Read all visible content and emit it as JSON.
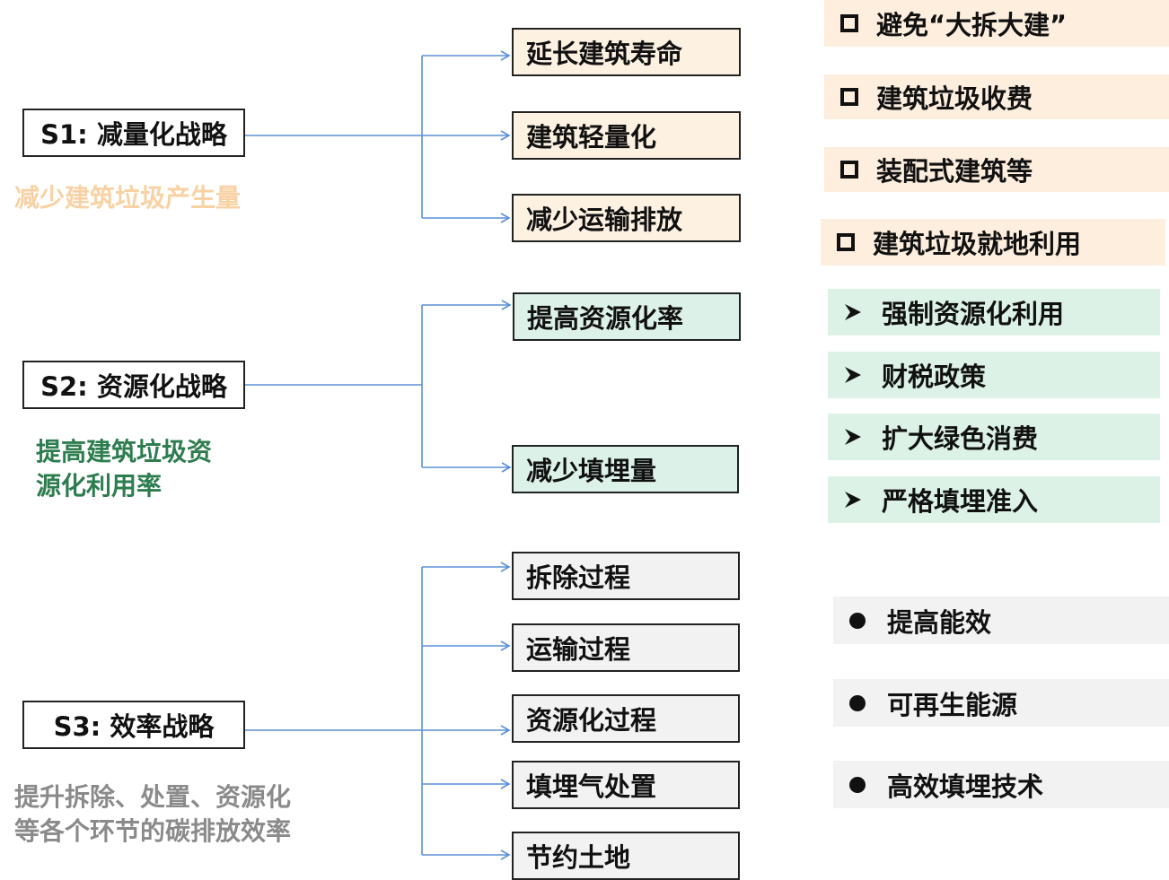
{
  "strategies": [
    {
      "label": "S1: 减量化战略",
      "caption_lines": [
        "减少建筑垃圾产生量"
      ]
    },
    {
      "label": "S2: 资源化战略",
      "caption_lines": [
        "提高建筑垃圾资",
        "源化利用率"
      ]
    },
    {
      "label": "S3: 效率战略",
      "caption_lines": [
        "提升拆除、处置、资源化",
        "等各个环节的碳排放效率"
      ]
    }
  ],
  "measures": {
    "s1": [
      "延长建筑寿命",
      "建筑轻量化",
      "减少运输排放"
    ],
    "s2": [
      "提高资源化率",
      "减少填埋量"
    ],
    "s3": [
      "拆除过程",
      "运输过程",
      "资源化过程",
      "填埋气处置",
      "节约土地"
    ]
  },
  "policies": {
    "s1": [
      "避免“大拆大建”",
      "建筑垃圾收费",
      "装配式建筑等",
      "建筑垃圾就地利用"
    ],
    "s2": [
      "强制资源化利用",
      "财税政策",
      "扩大绿色消费",
      "严格填埋准入"
    ],
    "s3": [
      "提高能效",
      "可再生能源",
      "高效填埋技术"
    ]
  },
  "colors": {
    "connector": "#5b8fd9",
    "s1_fill": "#fdf1e2",
    "s2_fill": "#dcf2e8",
    "s3_fill": "#f2f2f2",
    "s1_caption": "#f8d2a4",
    "s2_caption": "#2e7d4f",
    "s3_caption": "#8a8a8a"
  },
  "icons": {
    "s1_bullet": "hollow-square-icon",
    "s2_bullet": "arrowhead-icon",
    "s3_bullet": "filled-dot-icon"
  }
}
